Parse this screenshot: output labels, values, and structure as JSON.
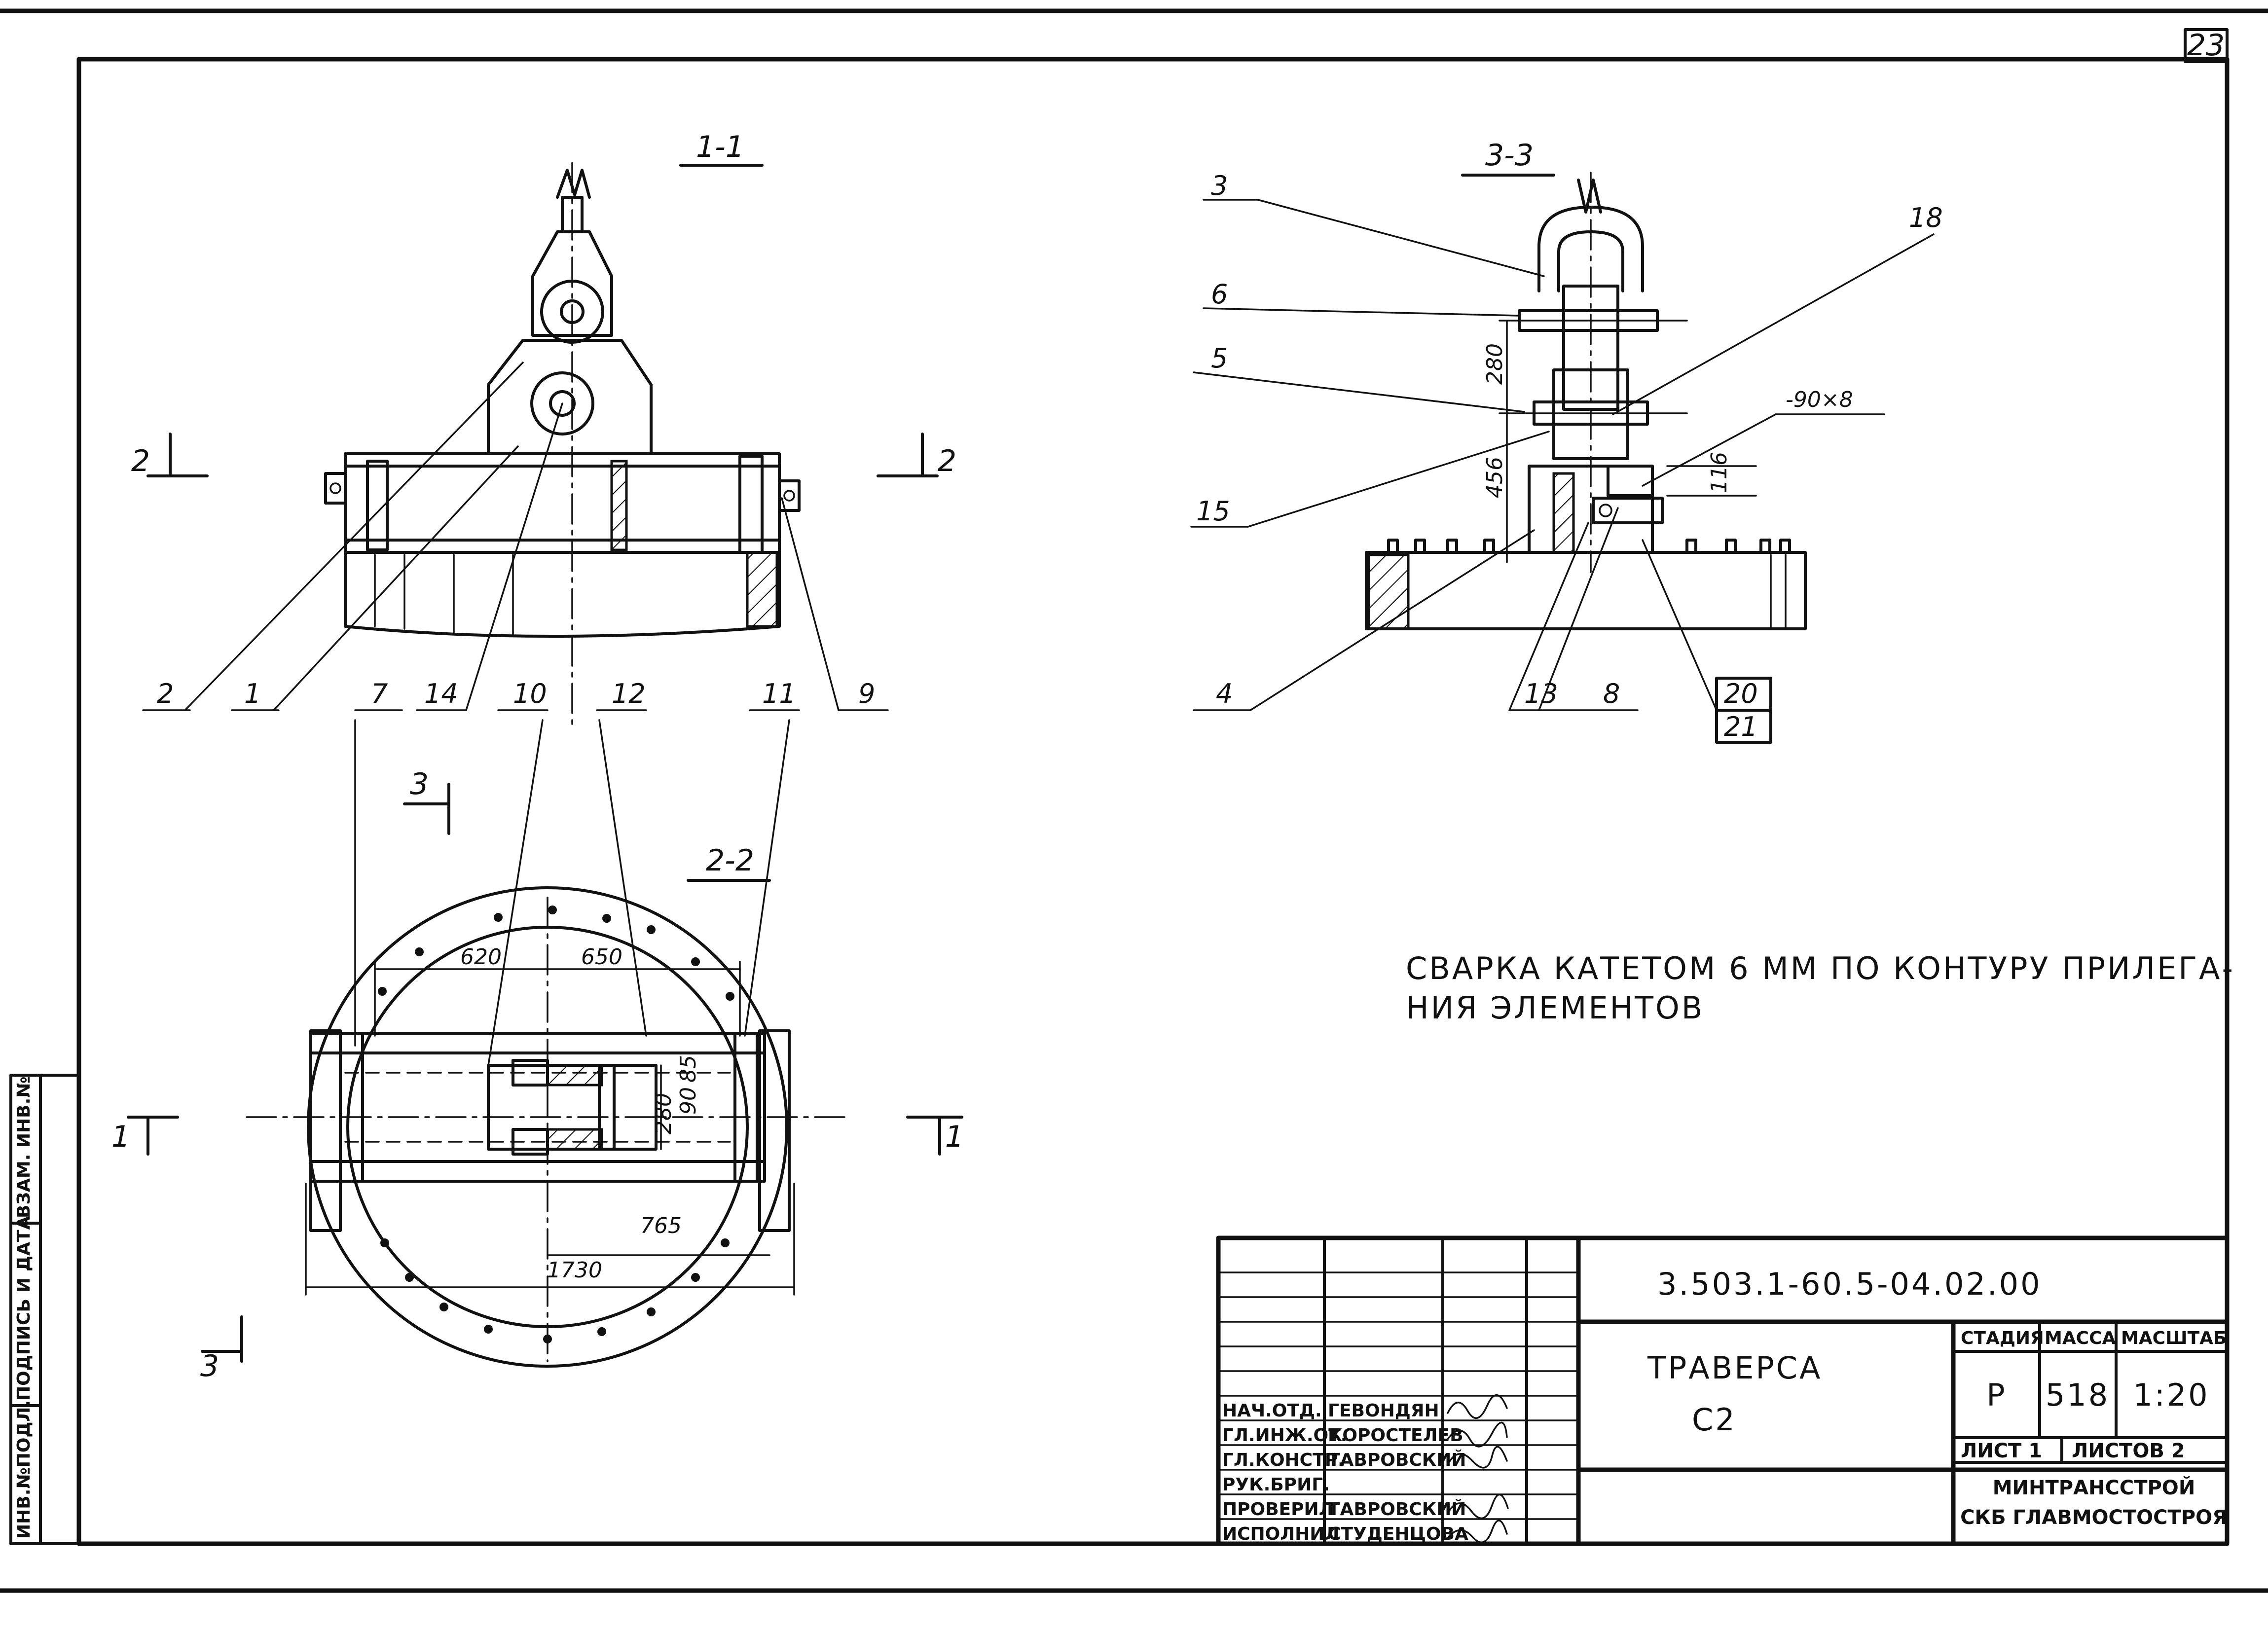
{
  "sheet_number": "23",
  "sections": {
    "s11": "1-1",
    "s22": "2-2",
    "s33": "3-3",
    "cut2_left": "2",
    "cut2_right": "2",
    "cut1_left": "1",
    "cut1_right": "1",
    "cut3_top": "3",
    "cut3_bottom": "3"
  },
  "callouts": {
    "c1": "1",
    "c2": "2",
    "c3": "3",
    "c4": "4",
    "c5": "5",
    "c6": "6",
    "c7": "7",
    "c8": "8",
    "c9": "9",
    "c10": "10",
    "c11": "11",
    "c12": "12",
    "c13": "13",
    "c14": "14",
    "c15": "15",
    "c18": "18",
    "c20": "20",
    "c21": "21"
  },
  "dimensions": {
    "d280_side": "280",
    "d456": "456",
    "d116": "116",
    "plate": "-90×8",
    "d620": "620",
    "d650": "650",
    "d280_plan": "280",
    "d90": "90",
    "d85": "85",
    "d765": "765",
    "d1730": "1730"
  },
  "note": {
    "line1": "СВАРКА КАТЕТОМ 6 ММ ПО КОНТУРУ ПРИЛЕГА-",
    "line2": "НИЯ ЭЛЕМЕНТОВ"
  },
  "side_stamp": {
    "f1": "ИНВ.№ПОДЛ.",
    "f2": "ПОДПИСЬ И ДАТА",
    "f3": "ВЗАМ. ИНВ.№"
  },
  "title_block": {
    "doc_code": "3.503.1-60.5-04.02.00",
    "title_line1": "ТРАВЕРСА",
    "title_line2": "С2",
    "hdr_stage": "СТАДИЯ",
    "hdr_mass": "МАССА",
    "hdr_scale": "МАСШТАБ",
    "stage": "Р",
    "mass": "518",
    "scale": "1:20",
    "sheet": "ЛИСТ 1",
    "sheets": "ЛИСТОВ 2",
    "org1": "МИНТРАНССТРОЙ",
    "org2": "СКБ ГЛАВМОСТОСТРОЯ",
    "roles": [
      "НАЧ.ОТД.",
      "ГЛ.ИНЖ.ОТ.",
      "ГЛ.КОНСТР.",
      "РУК.БРИГ.",
      "ПРОВЕРИЛ",
      "ИСПОЛНИЛ"
    ],
    "names": [
      "ГЕВОНДЯН",
      "КОРОСТЕЛЕВ",
      "ТАВРОВСКИЙ",
      "",
      "ТАВРОВСКИЙ",
      "СТУДЕНЦОВА"
    ]
  }
}
